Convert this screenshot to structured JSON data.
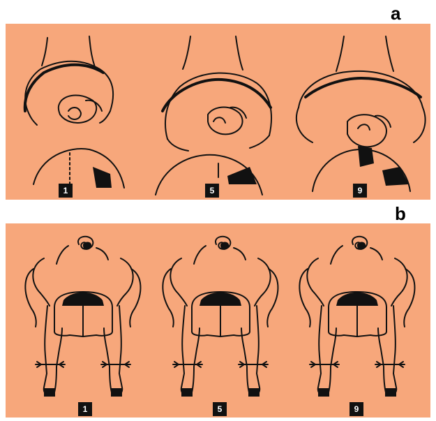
{
  "panels": [
    {
      "letter": "a",
      "scores": [
        "1",
        "5",
        "9"
      ]
    },
    {
      "letter": "b",
      "scores": [
        "1",
        "5",
        "9"
      ]
    }
  ],
  "colors": {
    "background": "#f7a77b",
    "ink": "#111111"
  }
}
